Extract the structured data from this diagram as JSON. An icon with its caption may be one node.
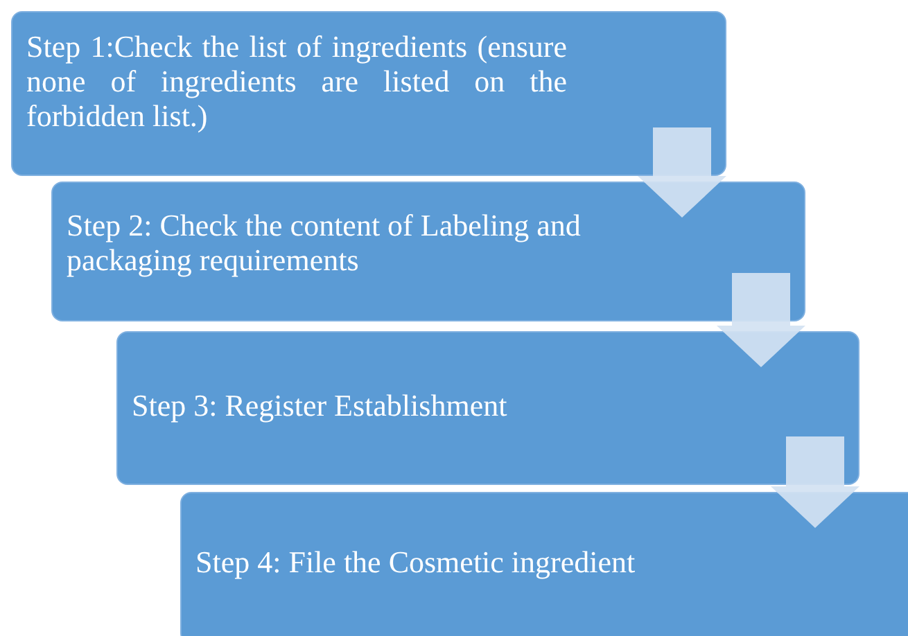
{
  "diagram": {
    "nodes": [
      {
        "text": [
          "Step 1:Check the list of ingredients (ensure none of ingredients are listed on the forbidden list.)"
        ]
      },
      {
        "text": [
          "Step 2: Check the content of Labeling and packaging requirements"
        ]
      },
      {
        "text": [
          "Step 3: Register Establishment"
        ]
      },
      {
        "text": [
          "Step 4: File the Cosmetic ingredient"
        ]
      }
    ],
    "edges": [
      {
        "from": 0,
        "to": 1,
        "arrow": "to"
      },
      {
        "from": 1,
        "to": 2,
        "arrow": "to"
      },
      {
        "from": 2,
        "to": 3,
        "arrow": "to"
      }
    ]
  }
}
